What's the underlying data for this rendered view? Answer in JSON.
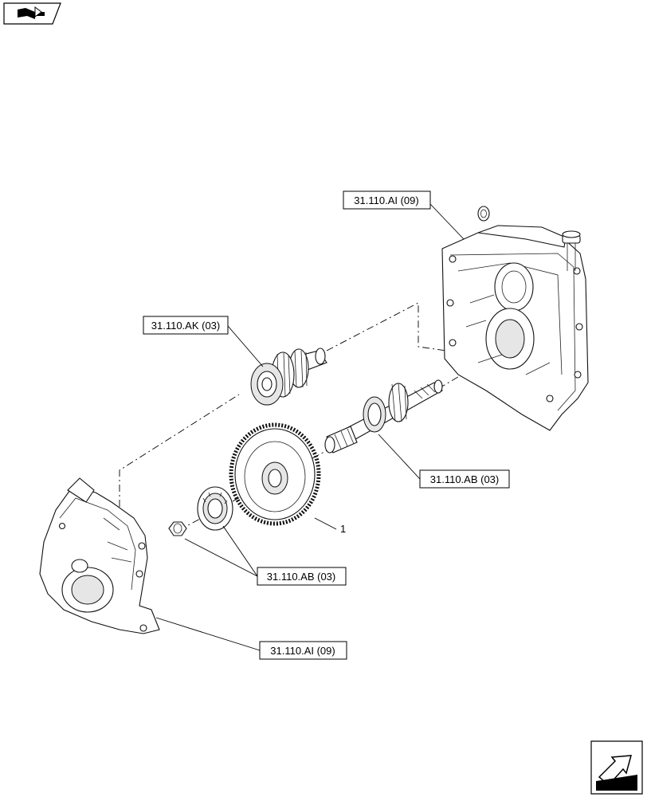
{
  "labels": {
    "housing_top_ref": "31.110.AI (09)",
    "shaft_assembly_ref": "31.110.AK (03)",
    "output_shaft_ref": "31.110.AB (03)",
    "bearing_nut_ref": "31.110.AB (03)",
    "housing_bottom_ref": "31.110.AI (09)",
    "gear_item_number": "1"
  },
  "icons": {
    "top_left": "book-arrow-icon",
    "bottom_right": "next-page-arrow-icon"
  }
}
